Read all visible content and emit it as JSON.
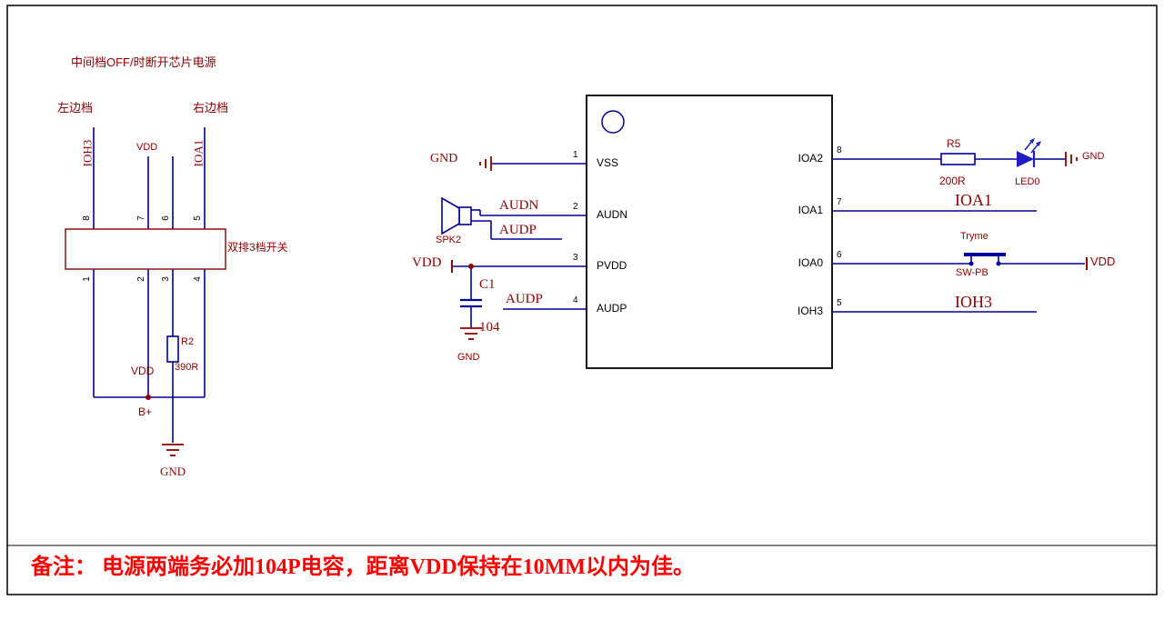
{
  "colors": {
    "wire": "#00009c",
    "component": "#8b0000",
    "note": "#ff0000",
    "ic_border": "#000000"
  },
  "annotations": {
    "title": "中间档OFF/时断开芯片电源",
    "left_gear": "左边档",
    "right_gear": "右边档",
    "note": "备注： 电源两端务必加104P电容，距离VDD保持在10MM以内为佳。"
  },
  "switch": {
    "name": "双排3档开关",
    "net_ioh3": "IOH3",
    "net_vdd_top": "VDD",
    "net_ioa1": "IOA1",
    "top_pins": [
      "8",
      "7",
      "6",
      "5"
    ],
    "bottom_pins": [
      "1",
      "2",
      "3",
      "4"
    ],
    "r2_ref": "R2",
    "r2_value": "390R",
    "vdd_label": "VDD",
    "bplus": "B+",
    "gnd": "GND"
  },
  "ic": {
    "left_pins": [
      {
        "num": "1",
        "name": "VSS"
      },
      {
        "num": "2",
        "name": "AUDN"
      },
      {
        "num": "3",
        "name": "PVDD"
      },
      {
        "num": "4",
        "name": "AUDP"
      }
    ],
    "right_pins": [
      {
        "num": "8",
        "name": "IOA2"
      },
      {
        "num": "7",
        "name": "IOA1"
      },
      {
        "num": "6",
        "name": "IOA0"
      },
      {
        "num": "5",
        "name": "IOH3"
      }
    ]
  },
  "left_nets": {
    "gnd_vss": "GND",
    "spk_ref": "SPK2",
    "audn": "AUDN",
    "audp_spk": "AUDP",
    "vdd": "VDD",
    "c1_ref": "C1",
    "c1_value": "104",
    "c1_gnd": "GND",
    "audp_pin4": "AUDP"
  },
  "right_nets": {
    "r5_ref": "R5",
    "r5_value": "200R",
    "led_ref": "LED0",
    "led_gnd": "GND",
    "ioa1": "IOA1",
    "sw_label": "Tryme",
    "sw_ref": "SW-PB",
    "sw_vdd": "VDD",
    "ioh3": "IOH3"
  }
}
